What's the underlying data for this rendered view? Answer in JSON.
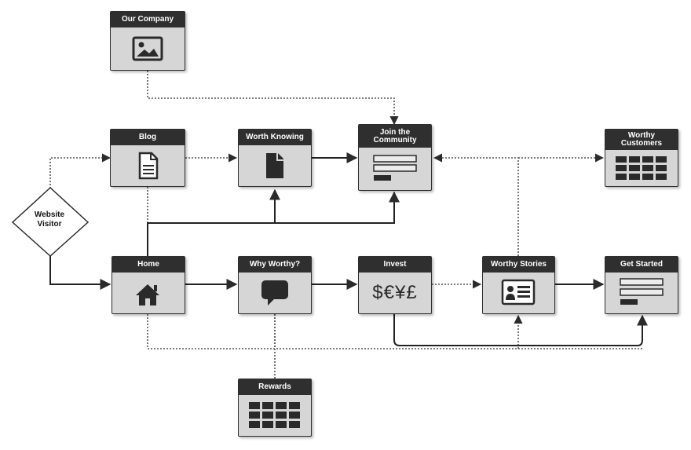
{
  "diagram": {
    "start": {
      "label_line1": "Website",
      "label_line2": "Visitor"
    },
    "nodes": {
      "our_company": {
        "title": "Our Company",
        "icon": "image-icon"
      },
      "blog": {
        "title": "Blog",
        "icon": "document-icon"
      },
      "worth_knowing": {
        "title": "Worth Knowing",
        "icon": "file-icon"
      },
      "join": {
        "title_line1": "Join the",
        "title_line2": "Community",
        "icon": "form-icon"
      },
      "worthy_customers": {
        "title_line1": "Worthy",
        "title_line2": "Customers",
        "icon": "grid-table-icon"
      },
      "home": {
        "title": "Home",
        "icon": "house-icon"
      },
      "why_worthy": {
        "title": "Why Worthy?",
        "icon": "speech-bubble-icon"
      },
      "invest": {
        "title": "Invest",
        "icon_text": "$€¥£"
      },
      "worthy_stories": {
        "title": "Worthy Stories",
        "icon": "id-card-icon"
      },
      "get_started": {
        "title": "Get Started",
        "icon": "form-icon"
      },
      "rewards": {
        "title": "Rewards",
        "icon": "grid-table-icon"
      }
    },
    "colors": {
      "header": "#2f2f2f",
      "body": "#d6d6d6",
      "icon": "#2a2a2a",
      "connector": "#2b2b2b"
    }
  }
}
